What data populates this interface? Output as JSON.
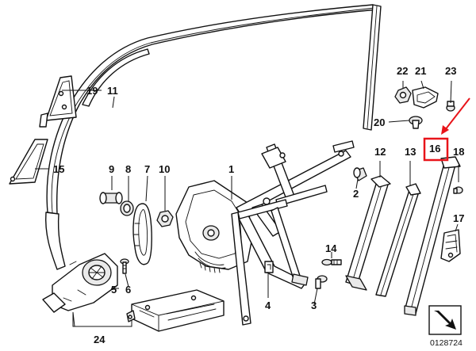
{
  "diagram": {
    "reference_number": "0128724",
    "highlight_color": "#e8141a",
    "highlighted_part": "16",
    "parts": [
      {
        "number": "1",
        "name": "window-regulator"
      },
      {
        "number": "2",
        "name": "rubber-stop"
      },
      {
        "number": "3",
        "name": "bolt"
      },
      {
        "number": "4",
        "name": "cable-clip"
      },
      {
        "number": "5",
        "name": "regulator-motor"
      },
      {
        "number": "6",
        "name": "screw"
      },
      {
        "number": "7",
        "name": "drive-belt"
      },
      {
        "number": "8",
        "name": "belt-pulley"
      },
      {
        "number": "9",
        "name": "bushing"
      },
      {
        "number": "10",
        "name": "nut"
      },
      {
        "number": "11",
        "name": "window-channel-seal"
      },
      {
        "number": "12",
        "name": "guide-rail"
      },
      {
        "number": "13",
        "name": "guide-rail"
      },
      {
        "number": "14",
        "name": "bolt"
      },
      {
        "number": "15",
        "name": "corner-cover"
      },
      {
        "number": "16",
        "name": "guide-rail"
      },
      {
        "number": "17",
        "name": "guide-bracket"
      },
      {
        "number": "18",
        "name": "bolt"
      },
      {
        "number": "19",
        "name": "mirror-triangle-trim"
      },
      {
        "number": "20",
        "name": "expanding-rivet"
      },
      {
        "number": "21",
        "name": "bracket"
      },
      {
        "number": "22",
        "name": "nut"
      },
      {
        "number": "23",
        "name": "bolt"
      },
      {
        "number": "24",
        "name": "motor-control-unit-assembly"
      }
    ]
  }
}
